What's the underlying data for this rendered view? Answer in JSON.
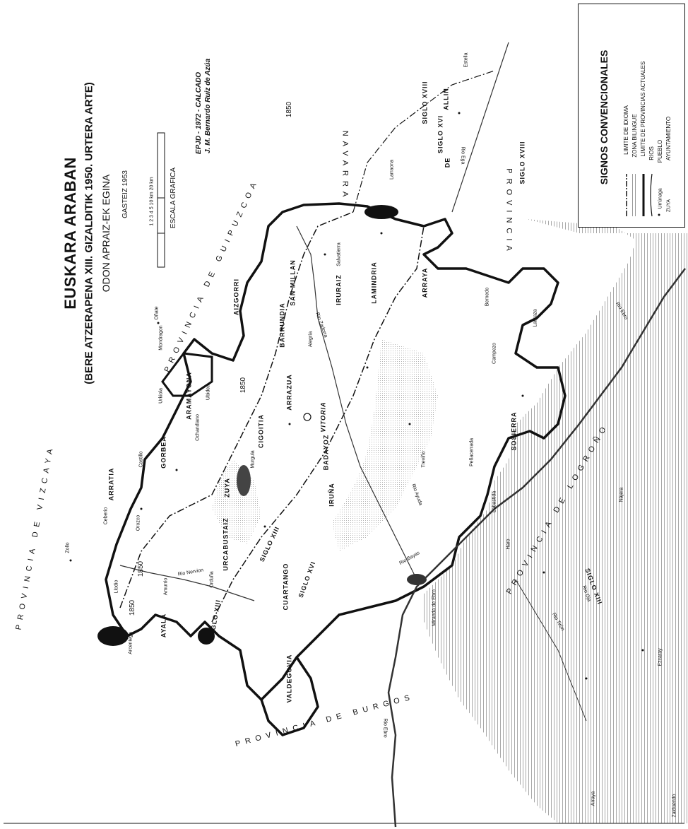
{
  "header": {
    "title": "EUSKARA ARABAN",
    "subtitle": "(BERE ATZERAPENA XIII. GIZALDITIK 1950. URTERA ARTE)",
    "author": "ODON APRAIZ-EK EGINA",
    "place_date": "GASTEIZ 1953",
    "scale_label": "ESCALA GRAFICA",
    "scale_ticks": "1 2 3 4 5    10 km    20 km",
    "credit_line1": "EPJD - 1972 - CALCADO",
    "credit_line2": "J. M. Bernardo Ruiz de Azúa"
  },
  "legend": {
    "title": "SIGNOS CONVENCIONALES",
    "items": [
      {
        "label": "LIMITE DE IDIOMA"
      },
      {
        "label": "ZONA BILINGUE"
      },
      {
        "label": "LIMITE DE PROVINCIAS ACTUALES"
      },
      {
        "label": "RIOS"
      },
      {
        "label": "PUEBLO"
      },
      {
        "label": "AYUNTAMIENTO"
      }
    ],
    "sample_pueblo": "Urrúnaga",
    "sample_ayuntamiento": "ZUYA"
  },
  "provinces": {
    "vizcaya": "PROVINCIA DE VIZCAYA",
    "guipuzcoa": "PROVINCIA DE GUIPUZCOA",
    "navarra": "NAVARRA",
    "burgos": "PROVINCIA DE BURGOS",
    "logrono": "PROVINCIA DE LOGROÑO",
    "navarra_prov": "PROVINCIA"
  },
  "regions": {
    "arratia": "ARRATIA",
    "gorbea": "GORBEA",
    "aramayona": "ARAMAYONA",
    "aizgorri": "AIZGORRI",
    "barrundia": "BARRUNDIA",
    "san_millan": "SAN MILLAN",
    "arrazua": "ARRAZUA",
    "cigoitia": "CIGOITIA",
    "zuya": "ZUYA",
    "urcabustaiz": "URCABUSTAIZ",
    "cuartango": "CUARTANGO",
    "ayala": "AYALA",
    "valdegovia": "VALDEGOVIA",
    "badayoz": "BADAYOZ",
    "iruna": "IRUÑA",
    "vitoria": "VITORIA",
    "iruraiz": "IRURAIZ",
    "lamindria": "LAMINDRIA",
    "arraya": "ARRAYA",
    "sosierra": "SOSIERRA",
    "allin": "ALLIN",
    "de": "DE"
  },
  "centuries": {
    "s13_a": "SIGLO XIII",
    "s13_b": "SIGLO XIII",
    "s16_a": "SIGLO XVI",
    "s16_b": "SIGLO XVI",
    "s18_a": "SIGLO XVIII",
    "s18_b": "SIGLO XVIII",
    "s13_c": "SIGLO XIII",
    "y1850_a": "1850",
    "y1850_b": "1850",
    "y1850_c": "1850",
    "y1850_d": "1850"
  },
  "towns": {
    "zollo": "Zollo",
    "orozco": "Orozco",
    "ceberio": "Ceberio",
    "castillo": "Castillo",
    "ochandiano": "Ochandiano",
    "ubidea": "Ubidea",
    "oñate": "Oñate",
    "mondragon": "Mondragon",
    "urkiola": "Urkiola",
    "orduña": "Orduña",
    "amurrio": "Amurrio",
    "llodio": "Llodio",
    "arceniega": "Arceniega",
    "salvatierra": "Salvatierra",
    "larraona": "Larraona",
    "estella": "Estella",
    "miranda": "Miranda de Ebro",
    "haro": "Haro",
    "labastida": "Labastida",
    "nájera": "Nájera",
    "ezcaray": "Ezcaray",
    "arraya_town": "Arraya",
    "zalduendo": "Zalduendo",
    "murguia": "Murguia",
    "alegria": "Alegría",
    "treviño": "Treviño",
    "bernedo": "Bernedo",
    "campezo": "Campezo",
    "peñacerrada": "Peñacerrada",
    "labraza": "Labraza"
  },
  "rivers": {
    "ebro1": "Rio Ebro",
    "ebro2": "Rio Ebro",
    "ega": "Rio Ega",
    "zadorra": "Rio Zadorra",
    "nervion": "Rio Nervion",
    "bayas": "Rio Bayas",
    "tiron": "Rio Tirón",
    "oja": "Rio Oja",
    "ayuda": "Rio Ayuda"
  }
}
